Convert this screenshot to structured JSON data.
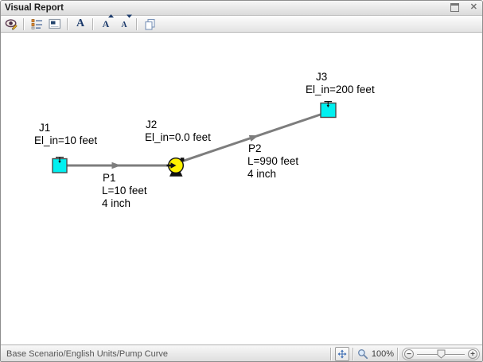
{
  "window": {
    "title": "Visual Report"
  },
  "titlebar": {
    "close_glyph": "✕"
  },
  "toolbar": {
    "font_a": "A",
    "icon_names": [
      "visual-report-control",
      "display-options",
      "show-picture",
      "font",
      "increase-font-size",
      "decrease-font-size",
      "copy"
    ]
  },
  "diagram": {
    "junctions": [
      {
        "id": "J1",
        "elevation": "El_in=10 feet",
        "type": "reservoir"
      },
      {
        "id": "J2",
        "elevation": "El_in=0.0 feet",
        "type": "pump"
      },
      {
        "id": "J3",
        "elevation": "El_in=200 feet",
        "type": "reservoir"
      }
    ],
    "pipes": [
      {
        "id": "P1",
        "length": "L=10 feet",
        "diameter": "4 inch"
      },
      {
        "id": "P2",
        "length": "L=990 feet",
        "diameter": "4 inch"
      }
    ]
  },
  "statusbar": {
    "scenario_path": "Base Scenario/English Units/Pump Curve",
    "zoom_level": "100%",
    "zoom_out_glyph": "−",
    "zoom_in_glyph": "+"
  },
  "colors": {
    "tank_fill": "#00F0F0",
    "pump_fill": "#FFF200",
    "pipe": "#7d7d7d",
    "accent_blue": "#3F6FB5"
  }
}
